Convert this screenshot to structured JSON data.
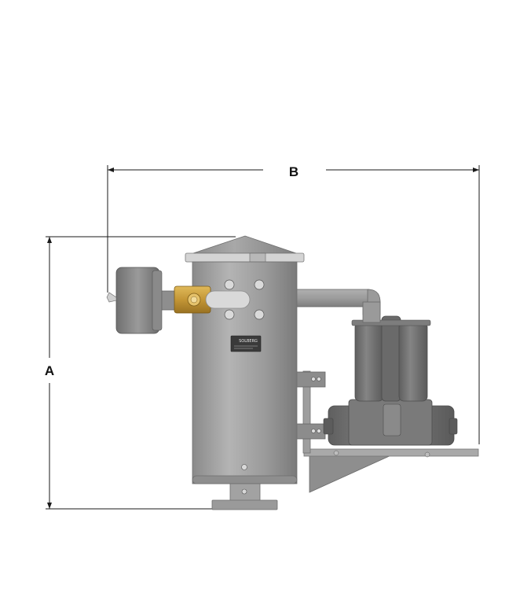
{
  "diagram": {
    "dimension_labels": {
      "width": "B",
      "height": "A"
    },
    "nameplate": {
      "brand": "SOLBERG"
    },
    "colors": {
      "vessel_body": "#9a9a9a",
      "vessel_shade": "#7c7c7c",
      "vessel_highlight": "#b6b6b6",
      "pump_body": "#6e6e6e",
      "pump_highlight": "#8a8a8a",
      "brass_fitting": "#c9a24a",
      "flange_band": "#cfcfcf",
      "dimension_line": "#1a1a1a"
    }
  }
}
